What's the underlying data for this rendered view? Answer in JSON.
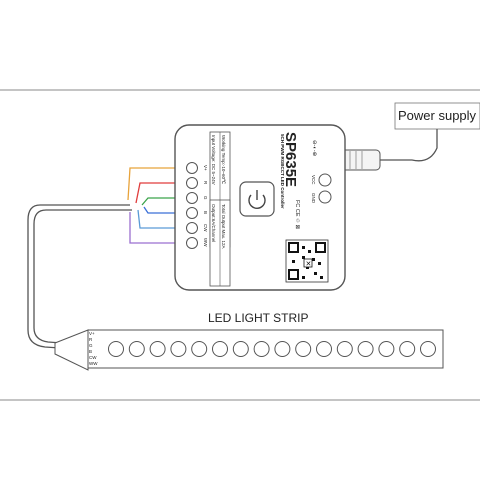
{
  "callout": {
    "power_supply": "Power supply"
  },
  "strip": {
    "title": "LED LIGHT STRIP",
    "led_count": 16,
    "pins": [
      "V+",
      "R",
      "G",
      "B",
      "CW",
      "WW"
    ]
  },
  "controller": {
    "model": "SP635E",
    "subtitle": "5CH PWM RGBCCT LED Controller",
    "spec_input": "Input Voltage: DC 5~24V",
    "spec_temp": "Working Temp:-10~60℃",
    "spec_output": "Output:6A/Channel",
    "spec_total": "Total Output Max. 12A",
    "terminals_left": [
      "V+",
      "R",
      "G",
      "B",
      "CW",
      "WW"
    ],
    "terminals_right": [
      "VCC",
      "GND"
    ],
    "dc_symbol": "⊖-◐-⊕",
    "marks": "FC CE ♲ ⊠",
    "button_icon": "power-icon"
  },
  "colors": {
    "v_plus": "#e8a33b",
    "red": "#e03c3c",
    "green": "#3aa34a",
    "blue": "#3a6fd8",
    "cw": "#5a9bd6",
    "ww": "#9b6fd0",
    "outline": "#555555"
  }
}
